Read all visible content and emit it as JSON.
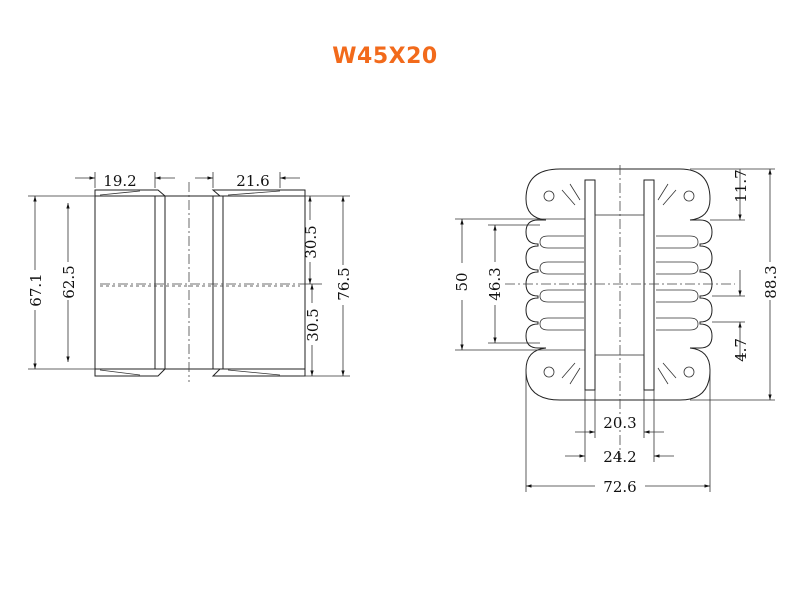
{
  "title": "W45X20",
  "side_view": {
    "dims": {
      "top_left": "19.2",
      "top_right": "21.6",
      "height_outer_left": "67.1",
      "height_inner_left": "62.5",
      "half_upper_right": "30.5",
      "half_lower_right": "30.5",
      "height_outer_right": "76.5"
    }
  },
  "front_view": {
    "dims": {
      "left_outer": "50",
      "left_inner": "46.3",
      "right_top": "11.7",
      "right_pitch": "4.7",
      "right_total": "88.3",
      "bottom_inner": "20.3",
      "bottom_mid": "24.2",
      "bottom_total": "72.6"
    }
  }
}
